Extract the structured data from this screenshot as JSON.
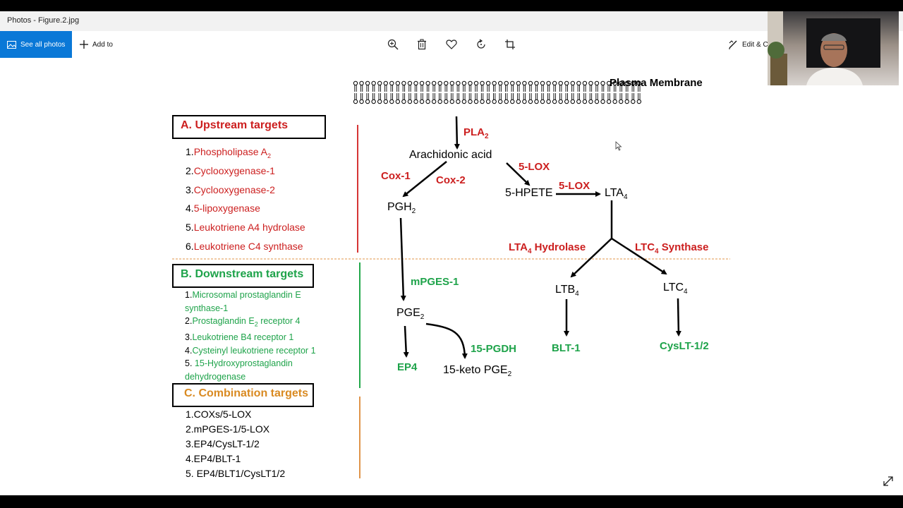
{
  "window": {
    "title": "Photos - Figure.2.jpg"
  },
  "toolbar": {
    "see_all_photos": "See all photos",
    "add_to": "Add to",
    "edit_create": "Edit & C"
  },
  "figure": {
    "plasma_membrane": "Plasma Membrane",
    "sections": {
      "a": {
        "header": "A. Upstream targets",
        "items": [
          {
            "num": "1.",
            "pre": "Phospholipase A",
            "sub": "2",
            "post": ""
          },
          {
            "num": "2.",
            "pre": "Cyclooxygenase-1",
            "sub": "",
            "post": ""
          },
          {
            "num": "3.",
            "pre": "Cyclooxygenase-2",
            "sub": "",
            "post": ""
          },
          {
            "num": "4.",
            "pre": "5-lipoxygenase",
            "sub": "",
            "post": ""
          },
          {
            "num": "5.",
            "pre": "Leukotriene A4 hydrolase",
            "sub": "",
            "post": ""
          },
          {
            "num": "6.",
            "pre": "Leukotriene C4 synthase",
            "sub": "",
            "post": ""
          }
        ]
      },
      "b": {
        "header": "B. Downstream targets",
        "item1_num": "1.",
        "item1_a": "Microsomal prostaglandin E",
        "item1_b": "synthase-1",
        "item2_num": "2.",
        "item2_pre": "Prostaglandin E",
        "item2_sub": "2",
        "item2_post": " receptor 4",
        "item3_num": "3.",
        "item3": "Leukotriene B4 receptor 1",
        "item4_num": "4.",
        "item4": "Cysteinyl leukotriene receptor 1",
        "item5_num": "5.",
        "item5_a": " 15-Hydroxyprostaglandin",
        "item5_b": "dehydrogenase"
      },
      "c": {
        "header": "C. Combination targets",
        "items": [
          "1.COXs/5-LOX",
          "2.mPGES-1/5-LOX",
          "3.EP4/CysLT-1/2",
          "4.EP4/BLT-1",
          "5. EP4/BLT1/CysLT1/2"
        ]
      }
    },
    "pathway": {
      "pla2": "PLA",
      "pla2_sub": "2",
      "arachidonic": "Arachidonic acid",
      "cox1": "Cox-1",
      "cox2": "Cox-2",
      "lox5_a": "5-LOX",
      "hpete": "5-HPETE",
      "lox5_b": "5-LOX",
      "lta4": "LTA",
      "lta4_sub": "4",
      "pgh2": "PGH",
      "pgh2_sub": "2",
      "lta4_hyd_pre": "LTA",
      "lta4_hyd_sub": "4",
      "lta4_hyd_post": " Hydrolase",
      "ltc4_syn_pre": "LTC",
      "ltc4_syn_sub": "4",
      "ltc4_syn_post": " Synthase",
      "mpges": "mPGES-1",
      "ltb4": "LTB",
      "ltb4_sub": "4",
      "ltc4": "LTC",
      "ltc4_sub": "4",
      "pge2": "PGE",
      "pge2_sub": "2",
      "ep4": "EP4",
      "pgdh": "15-PGDH",
      "keto_pre": "15-keto PGE",
      "keto_sub": "2",
      "blt1": "BLT-1",
      "cyslt": "CysLT-1/2"
    }
  },
  "colors": {
    "accent": "#0a78d7",
    "red": "#cc1f1f",
    "green": "#1ea34a",
    "orange": "#d98a22"
  }
}
